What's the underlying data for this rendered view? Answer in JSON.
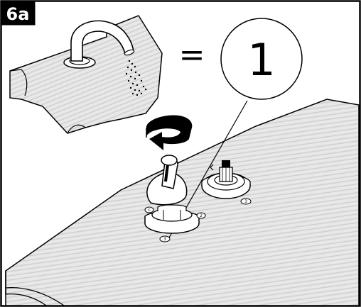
{
  "step": {
    "label": "6a"
  },
  "illustration": {
    "equals_symbol": "=",
    "callout_number": "1",
    "valve_marks": [
      "c",
      "2",
      "3",
      "3"
    ]
  },
  "colors": {
    "frame": "#000000",
    "badge_background": "#000000",
    "badge_text": "#ffffff",
    "surface_fill": "#e6e6e6",
    "surface_stripes": "#cfcfcf",
    "background": "#ffffff"
  },
  "icons": [
    "spout-icon",
    "water-spray-icon",
    "rotate-arrow-icon",
    "valve-handle-icon",
    "valve-stem-icon"
  ]
}
